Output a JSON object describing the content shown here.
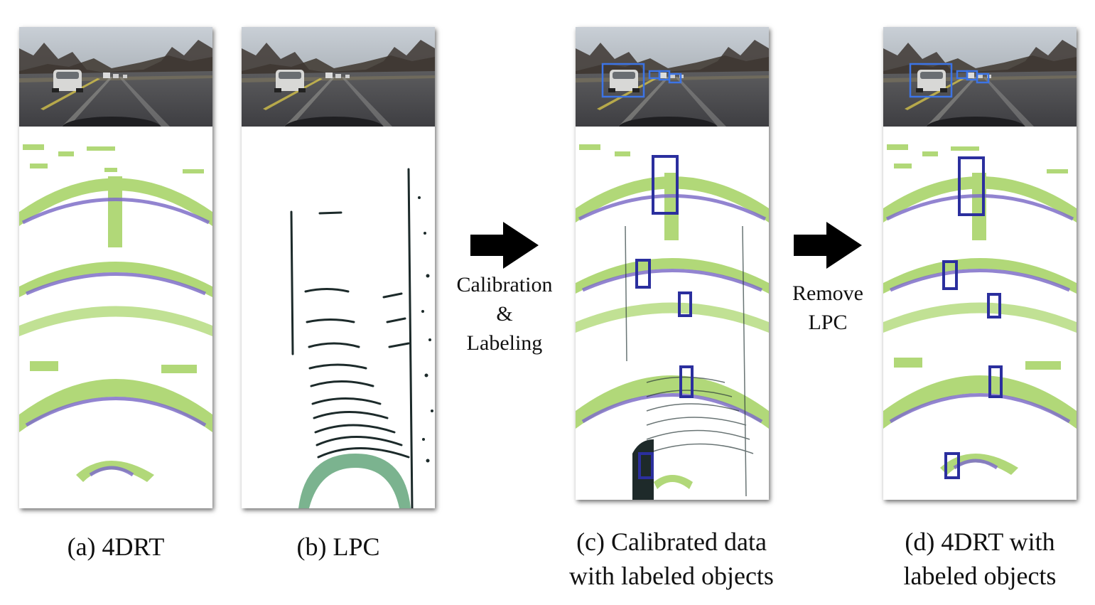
{
  "panels": [
    {
      "id": "a",
      "caption": [
        "(a) 4DRT"
      ]
    },
    {
      "id": "b",
      "caption": [
        "(b) LPC"
      ]
    },
    {
      "id": "c",
      "caption": [
        "(c) Calibrated data",
        "with labeled objects"
      ]
    },
    {
      "id": "d",
      "caption": [
        "(d) 4DRT with",
        "labeled objects"
      ]
    }
  ],
  "arrows": [
    {
      "label": [
        "Calibration",
        "&",
        "Labeling"
      ]
    },
    {
      "label": [
        "Remove",
        "LPC"
      ]
    }
  ],
  "colors": {
    "radar_green": "#a9d46a",
    "radar_purple": "#7f6fc8",
    "lidar_points": "#1c2a2a",
    "bev_box": "#2b2f9e",
    "camera_box": "#3c74e6",
    "arrow": "#000000"
  }
}
